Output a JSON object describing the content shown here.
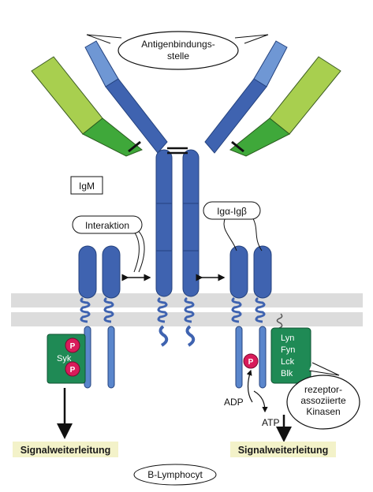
{
  "labels": {
    "antigen_line1": "Antigenbindungs-",
    "antigen_line2": "stelle",
    "igm": "IgM",
    "interaktion": "Interaktion",
    "igab": "Igα-Igβ",
    "syk": "Syk",
    "phospho": "P",
    "kinase_lyn": "Lyn",
    "kinase_fyn": "Fyn",
    "kinase_lck": "Lck",
    "kinase_blk": "Blk",
    "adp": "ADP",
    "atp": "ATP",
    "rezeptor_line1": "rezeptor-",
    "rezeptor_line2": "assoziierte",
    "rezeptor_line3": "Kinasen",
    "signal_left": "Signalweiterleitung",
    "signal_right": "Signalweiterleitung",
    "cell": "B-Lymphocyt"
  },
  "colors": {
    "heavy_chain": "#3f63b0",
    "heavy_chain_light": "#6f97d4",
    "light_chain_green": "#3fa83a",
    "light_chain_lightgreen": "#a8cf4f",
    "membrane": "#d9d9d9",
    "kinase_box": "#1f8a55",
    "phospho": "#d81b5a",
    "signal_bg": "#f3f2c9"
  }
}
